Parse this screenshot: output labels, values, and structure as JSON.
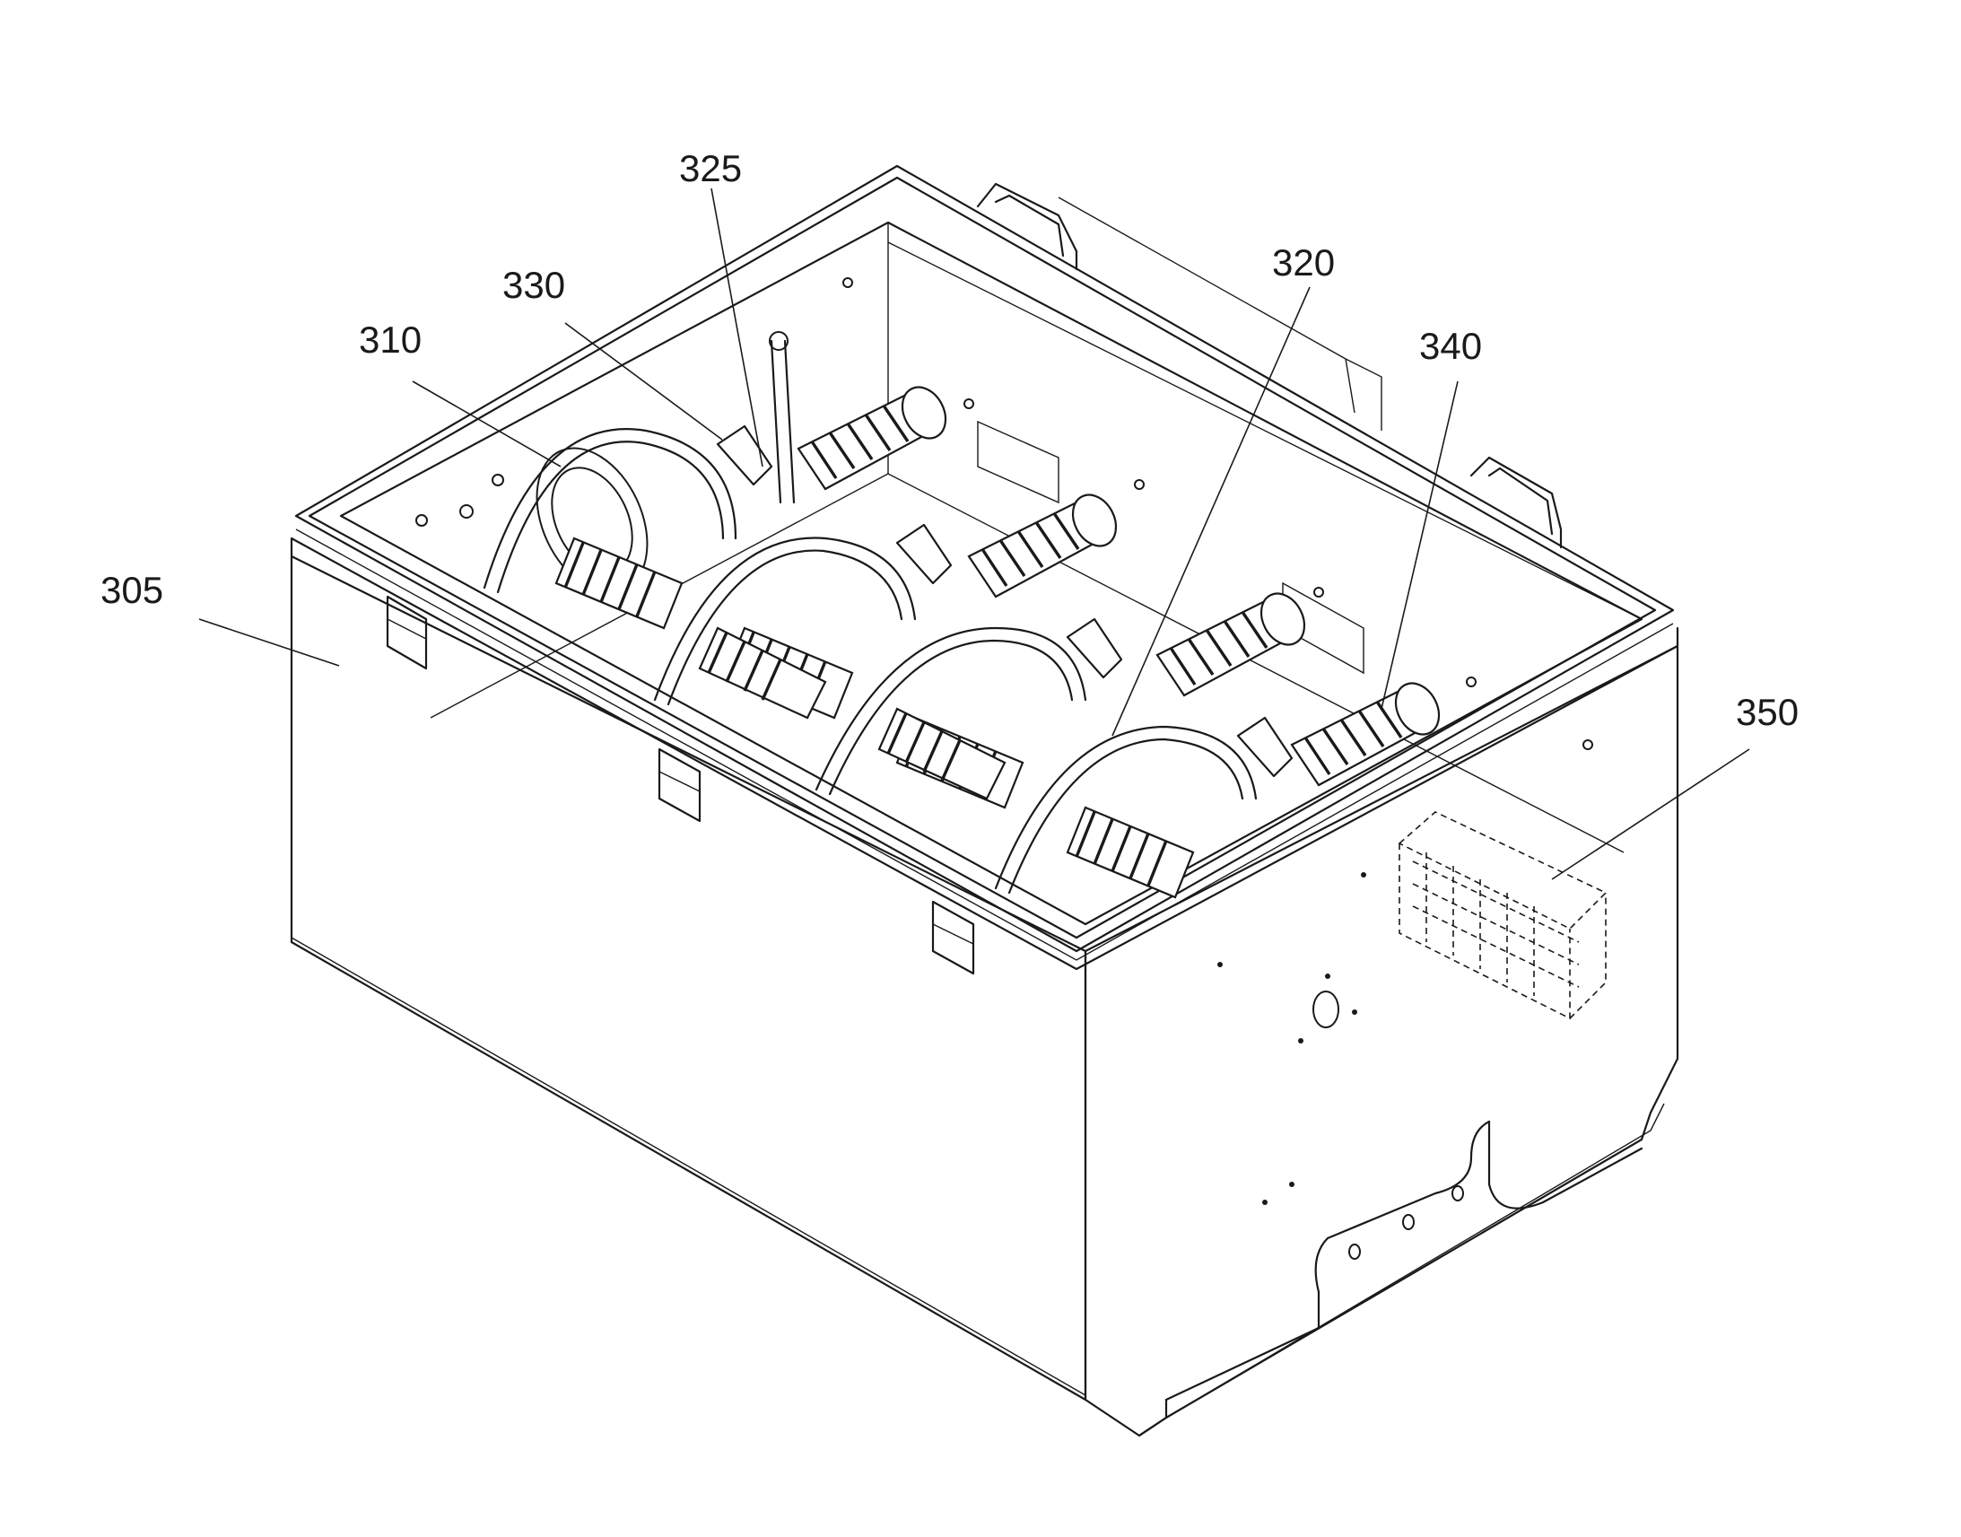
{
  "figure": {
    "labels": [
      {
        "id": "305",
        "text": "305"
      },
      {
        "id": "310",
        "text": "310"
      },
      {
        "id": "320",
        "text": "320"
      },
      {
        "id": "325",
        "text": "325"
      },
      {
        "id": "330",
        "text": "330"
      },
      {
        "id": "340",
        "text": "340"
      },
      {
        "id": "350",
        "text": "350"
      }
    ]
  },
  "colors": {
    "line": "#1a1a1a",
    "background": "#ffffff"
  }
}
